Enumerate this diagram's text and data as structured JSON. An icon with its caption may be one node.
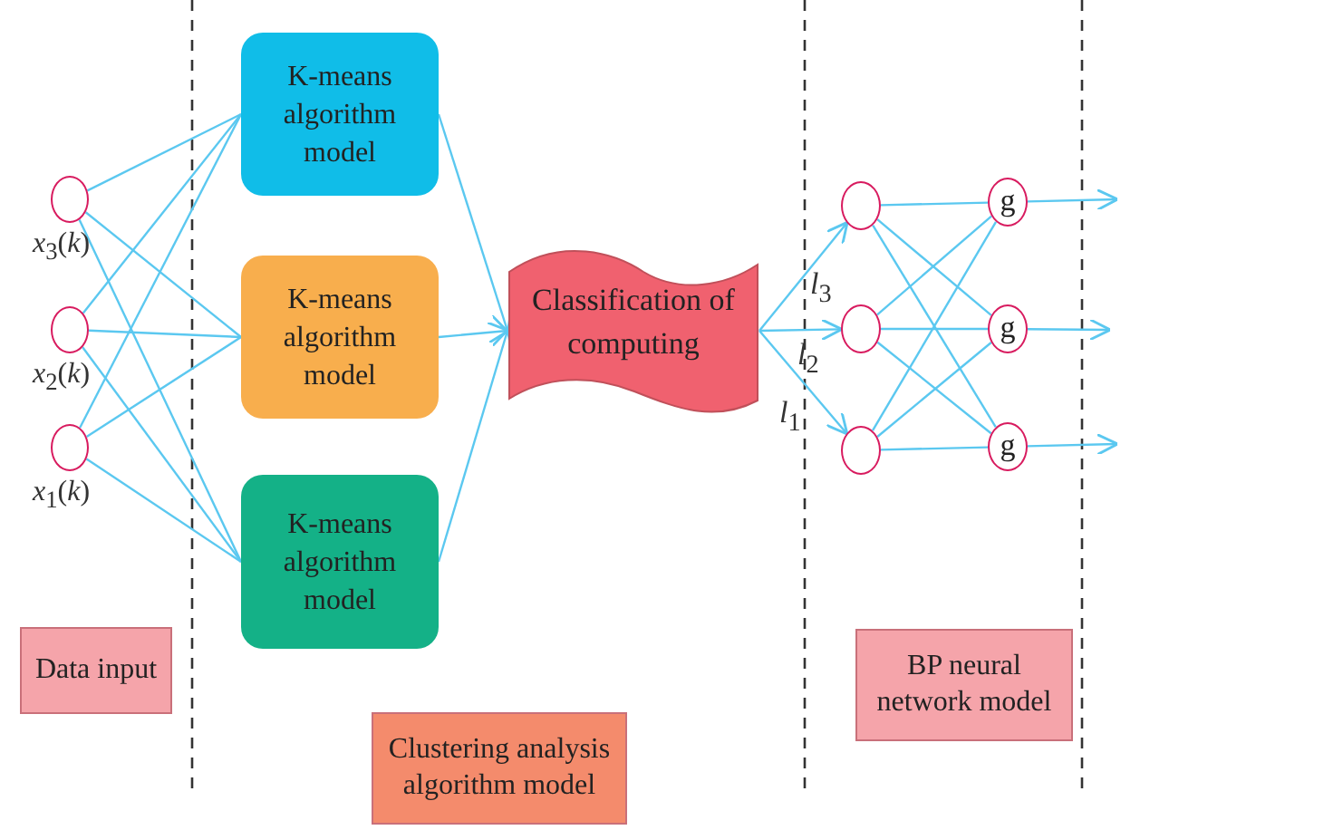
{
  "diagram": {
    "nodes": [
      {
        "text": [],
        "shape": "circle",
        "beside": [
          "*x*$_{3}$(*k*)"
        ]
      },
      {
        "text": [],
        "shape": "circle",
        "beside": [
          "*x*$_{2}$(*k*)"
        ]
      },
      {
        "text": [],
        "shape": "circle",
        "beside": [
          "*x*$_{1}$(*k*)"
        ]
      },
      {
        "text": [
          "K-means algorithm model"
        ]
      },
      {
        "text": [
          "K-means algorithm model"
        ]
      },
      {
        "text": [
          "K-means algorithm model"
        ]
      },
      {
        "text": [
          "Classification of computing"
        ]
      },
      {
        "text": [],
        "shape": "circle"
      },
      {
        "text": [],
        "shape": "circle"
      },
      {
        "text": [],
        "shape": "circle"
      },
      {
        "text": [
          "g"
        ]
      },
      {
        "text": [
          "g"
        ]
      },
      {
        "text": [
          "g"
        ]
      },
      {
        "text": [
          "Data input"
        ]
      },
      {
        "text": [
          "Clustering analysis algorithm model"
        ]
      },
      {
        "text": [
          "BP neural network model"
        ]
      }
    ],
    "edges": [
      {
        "from": 0,
        "to": 3,
        "arrow": "none"
      },
      {
        "from": 0,
        "to": 4,
        "arrow": "none"
      },
      {
        "from": 0,
        "to": 5,
        "arrow": "none"
      },
      {
        "from": 1,
        "to": 3,
        "arrow": "none"
      },
      {
        "from": 1,
        "to": 4,
        "arrow": "none"
      },
      {
        "from": 1,
        "to": 5,
        "arrow": "none"
      },
      {
        "from": 2,
        "to": 3,
        "arrow": "none"
      },
      {
        "from": 2,
        "to": 4,
        "arrow": "none"
      },
      {
        "from": 2,
        "to": 5,
        "arrow": "none"
      },
      {
        "from": 3,
        "to": 6,
        "arrow": "to"
      },
      {
        "from": 4,
        "to": 6,
        "arrow": "to"
      },
      {
        "from": 5,
        "to": 6,
        "arrow": "to"
      },
      {
        "from": 6,
        "to": 7,
        "arrow": "to",
        "label": "*l*$_{3}$"
      },
      {
        "from": 6,
        "to": 8,
        "arrow": "to",
        "label": "*l*$_{2}$"
      },
      {
        "from": 6,
        "to": 9,
        "arrow": "to",
        "label": "*l*$_{1}$"
      },
      {
        "from": 7,
        "to": 10,
        "arrow": "none"
      },
      {
        "from": 7,
        "to": 11,
        "arrow": "none"
      },
      {
        "from": 7,
        "to": 12,
        "arrow": "none"
      },
      {
        "from": 8,
        "to": 10,
        "arrow": "none"
      },
      {
        "from": 8,
        "to": 11,
        "arrow": "none"
      },
      {
        "from": 8,
        "to": 12,
        "arrow": "none"
      },
      {
        "from": 9,
        "to": 10,
        "arrow": "none"
      },
      {
        "from": 9,
        "to": 11,
        "arrow": "none"
      },
      {
        "from": 9,
        "to": 12,
        "arrow": "none"
      },
      {
        "from": 10,
        "to": null,
        "arrow": "to"
      },
      {
        "from": 11,
        "to": null,
        "arrow": "to"
      },
      {
        "from": 12,
        "to": null,
        "arrow": "to"
      }
    ]
  }
}
